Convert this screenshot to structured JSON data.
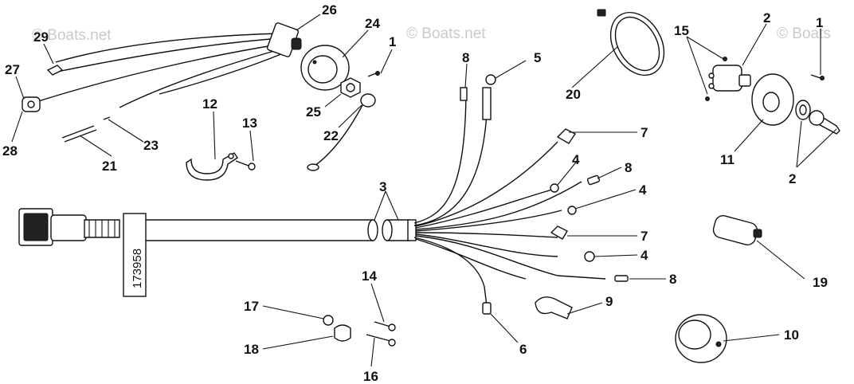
{
  "watermarks": [
    {
      "id": "wm-1",
      "text": "© Boats.net"
    },
    {
      "id": "wm-2",
      "text": "© Boats.net"
    },
    {
      "id": "wm-3",
      "text": "© Boats"
    }
  ],
  "part_number_label": "173958",
  "callouts": [
    {
      "id": "c26",
      "label": "26"
    },
    {
      "id": "c24",
      "label": "24"
    },
    {
      "id": "c29",
      "label": "29"
    },
    {
      "id": "c27",
      "label": "27"
    },
    {
      "id": "c28",
      "label": "28"
    },
    {
      "id": "c1a",
      "label": "1"
    },
    {
      "id": "c25",
      "label": "25"
    },
    {
      "id": "c22",
      "label": "22"
    },
    {
      "id": "c12",
      "label": "12"
    },
    {
      "id": "c13",
      "label": "13"
    },
    {
      "id": "c23",
      "label": "23"
    },
    {
      "id": "c21",
      "label": "21"
    },
    {
      "id": "c8a",
      "label": "8"
    },
    {
      "id": "c5",
      "label": "5"
    },
    {
      "id": "c20",
      "label": "20"
    },
    {
      "id": "c15",
      "label": "15"
    },
    {
      "id": "c2a",
      "label": "2"
    },
    {
      "id": "c1b",
      "label": "1"
    },
    {
      "id": "c11",
      "label": "11"
    },
    {
      "id": "c2b",
      "label": "2"
    },
    {
      "id": "c7a",
      "label": "7"
    },
    {
      "id": "c4a",
      "label": "4"
    },
    {
      "id": "c8b",
      "label": "8"
    },
    {
      "id": "c4b",
      "label": "4"
    },
    {
      "id": "c3",
      "label": "3"
    },
    {
      "id": "c7b",
      "label": "7"
    },
    {
      "id": "c4c",
      "label": "4"
    },
    {
      "id": "c8c",
      "label": "8"
    },
    {
      "id": "c19",
      "label": "19"
    },
    {
      "id": "c9",
      "label": "9"
    },
    {
      "id": "c6",
      "label": "6"
    },
    {
      "id": "c14",
      "label": "14"
    },
    {
      "id": "c17",
      "label": "17"
    },
    {
      "id": "c18",
      "label": "18"
    },
    {
      "id": "c16",
      "label": "16"
    },
    {
      "id": "c10",
      "label": "10"
    }
  ]
}
